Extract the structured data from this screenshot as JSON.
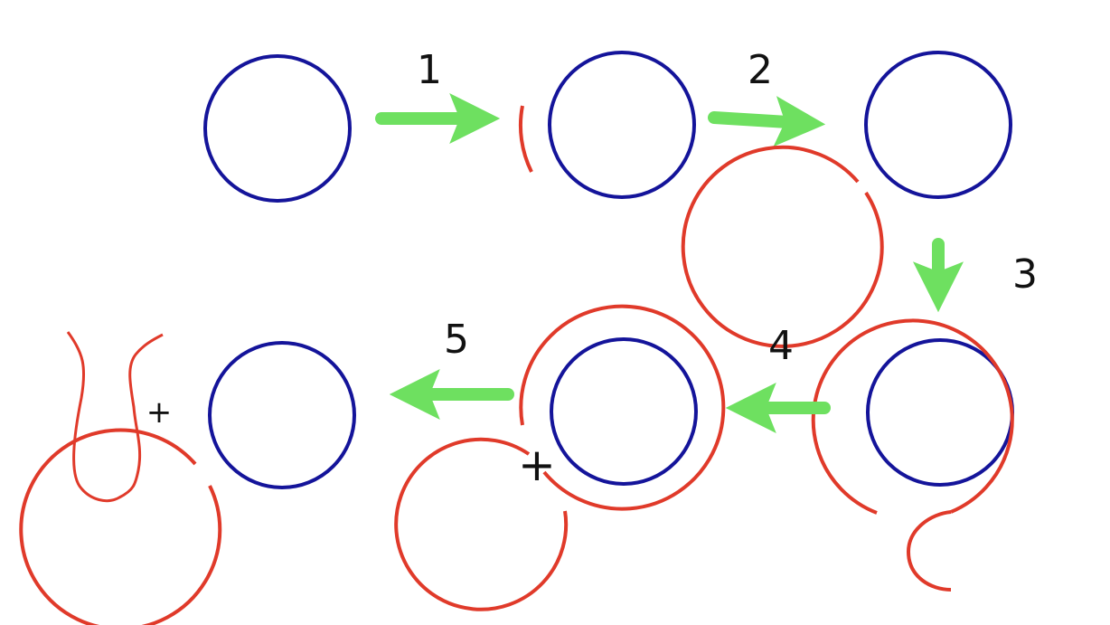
{
  "colors": {
    "template_strand": "#14149a",
    "new_strand": "#e03a2a",
    "arrow": "#6ee060",
    "text": "#111111"
  },
  "steps": [
    {
      "number": "1"
    },
    {
      "number": "2"
    },
    {
      "number": "3"
    },
    {
      "number": "4"
    },
    {
      "number": "5"
    }
  ],
  "symbols": {
    "plus_left": "+",
    "plus_middle": "+"
  }
}
